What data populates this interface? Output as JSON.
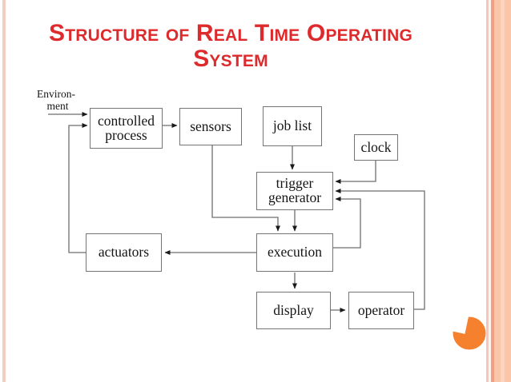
{
  "slide": {
    "title": {
      "line1": "Structure of Real Time Operating",
      "line2": "System"
    }
  },
  "diagram": {
    "environment": {
      "line1": "Environ-",
      "line2": "ment"
    },
    "boxes": [
      {
        "name": "controlled-process",
        "label": "controlled process"
      },
      {
        "name": "sensors",
        "label": "sensors"
      },
      {
        "name": "job-list",
        "label": "job list"
      },
      {
        "name": "clock",
        "label": "clock"
      },
      {
        "name": "trigger-generator",
        "label": "trigger generator"
      },
      {
        "name": "actuators",
        "label": "actuators"
      },
      {
        "name": "execution",
        "label": "execution"
      },
      {
        "name": "display",
        "label": "display"
      },
      {
        "name": "operator",
        "label": "operator"
      }
    ]
  },
  "theme": {
    "title_color": "#dd2a2c",
    "accent_orange": "#f5812e",
    "border_peach": "#f9c6a9",
    "border_salmon": "#f0a181",
    "border_pink": "#f4c7b8",
    "diagram_line_color": "#6e6e6e",
    "box_border_color": "#757575"
  }
}
